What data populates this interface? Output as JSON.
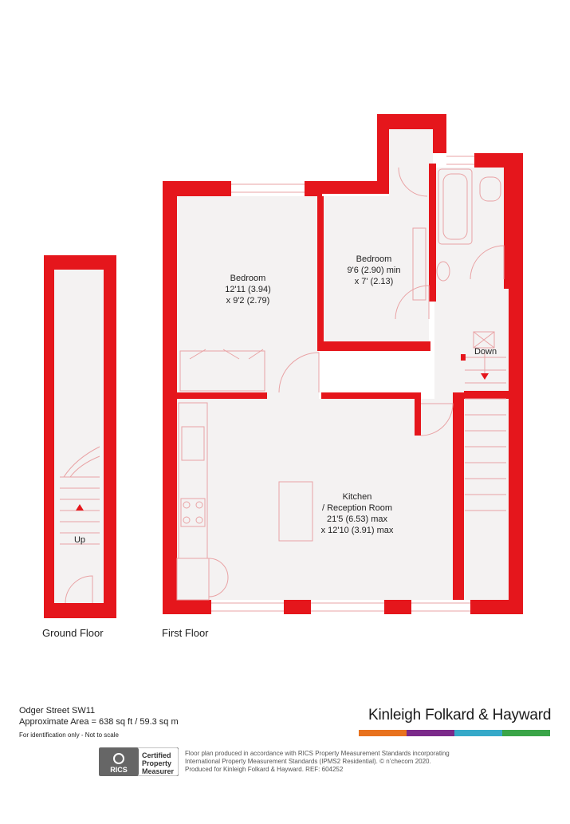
{
  "colors": {
    "wall": "#e5161c",
    "floor": "#f4f2f2",
    "fixture": "#e9a3a5"
  },
  "rooms": {
    "bedroom1": {
      "name": "Bedroom",
      "line1": "12'11 (3.94)",
      "line2": "x 9'2 (2.79)"
    },
    "bedroom2": {
      "name": "Bedroom",
      "line1": "9'6 (2.90) min",
      "line2": "x 7' (2.13)"
    },
    "kitchen": {
      "name": "Kitchen",
      "line1": "/ Reception Room",
      "line2": "21'5 (6.53) max",
      "line3": "x 12'10 (3.91) max"
    }
  },
  "stairs": {
    "down": "Down",
    "up": "Up"
  },
  "floors": {
    "ground": "Ground Floor",
    "first": "First Floor"
  },
  "footer": {
    "address": "Odger Street  SW11",
    "area": "Approximate Area = 638 sq ft / 59.3 sq m",
    "note": "For identification only - Not to scale",
    "brand": "Kinleigh Folkard & Hayward",
    "brand_colors": [
      "#e8721e",
      "#7b2a8a",
      "#36a9c9",
      "#3aa548"
    ],
    "rics_top": "RICS",
    "rics_label1": "Certified",
    "rics_label2": "Property",
    "rics_label3": "Measurer",
    "disclaimer1": "Floor plan produced in accordance with RICS Property Measurement Standards incorporating",
    "disclaimer2": "International Property Measurement Standards (IPMS2 Residential).  © n’checom 2020.",
    "disclaimer3": "Produced for Kinleigh Folkard & Hayward.   REF: 604252"
  }
}
